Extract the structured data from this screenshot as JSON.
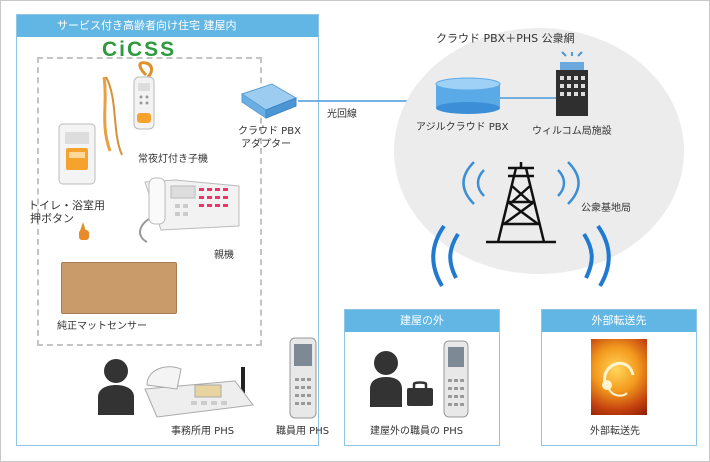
{
  "building": {
    "header": "サービス付き高齢者向け住宅 建屋内",
    "logo": "CiCSS"
  },
  "devices": {
    "child_unit": "常夜灯付き子機",
    "toilet_button_line1": "トイレ・浴室用",
    "toilet_button_line2": "押ボタン",
    "parent_unit": "親機",
    "mat_sensor": "純正マットセンサー",
    "office_phs": "事務所用 PHS",
    "staff_phs": "職員用 PHS"
  },
  "network": {
    "adapter_line1": "クラウド PBX",
    "adapter_line2": "アダプター",
    "fiber": "光回線",
    "cloud_title": "クラウド PBX＋PHS 公衆網",
    "agile_cloud": "アジルクラウド PBX",
    "willcom": "ウィルコム局施設",
    "base_station": "公衆基地局"
  },
  "outside": {
    "header": "建屋の外",
    "caption": "建屋外の職員の PHS"
  },
  "forward": {
    "header": "外部転送先",
    "caption": "外部転送先"
  },
  "colors": {
    "accent": "#62b6e4",
    "logo_green": "#2e9a3e",
    "cloud_bg": "#ececec",
    "wave_blue": "#3a8fd8"
  }
}
